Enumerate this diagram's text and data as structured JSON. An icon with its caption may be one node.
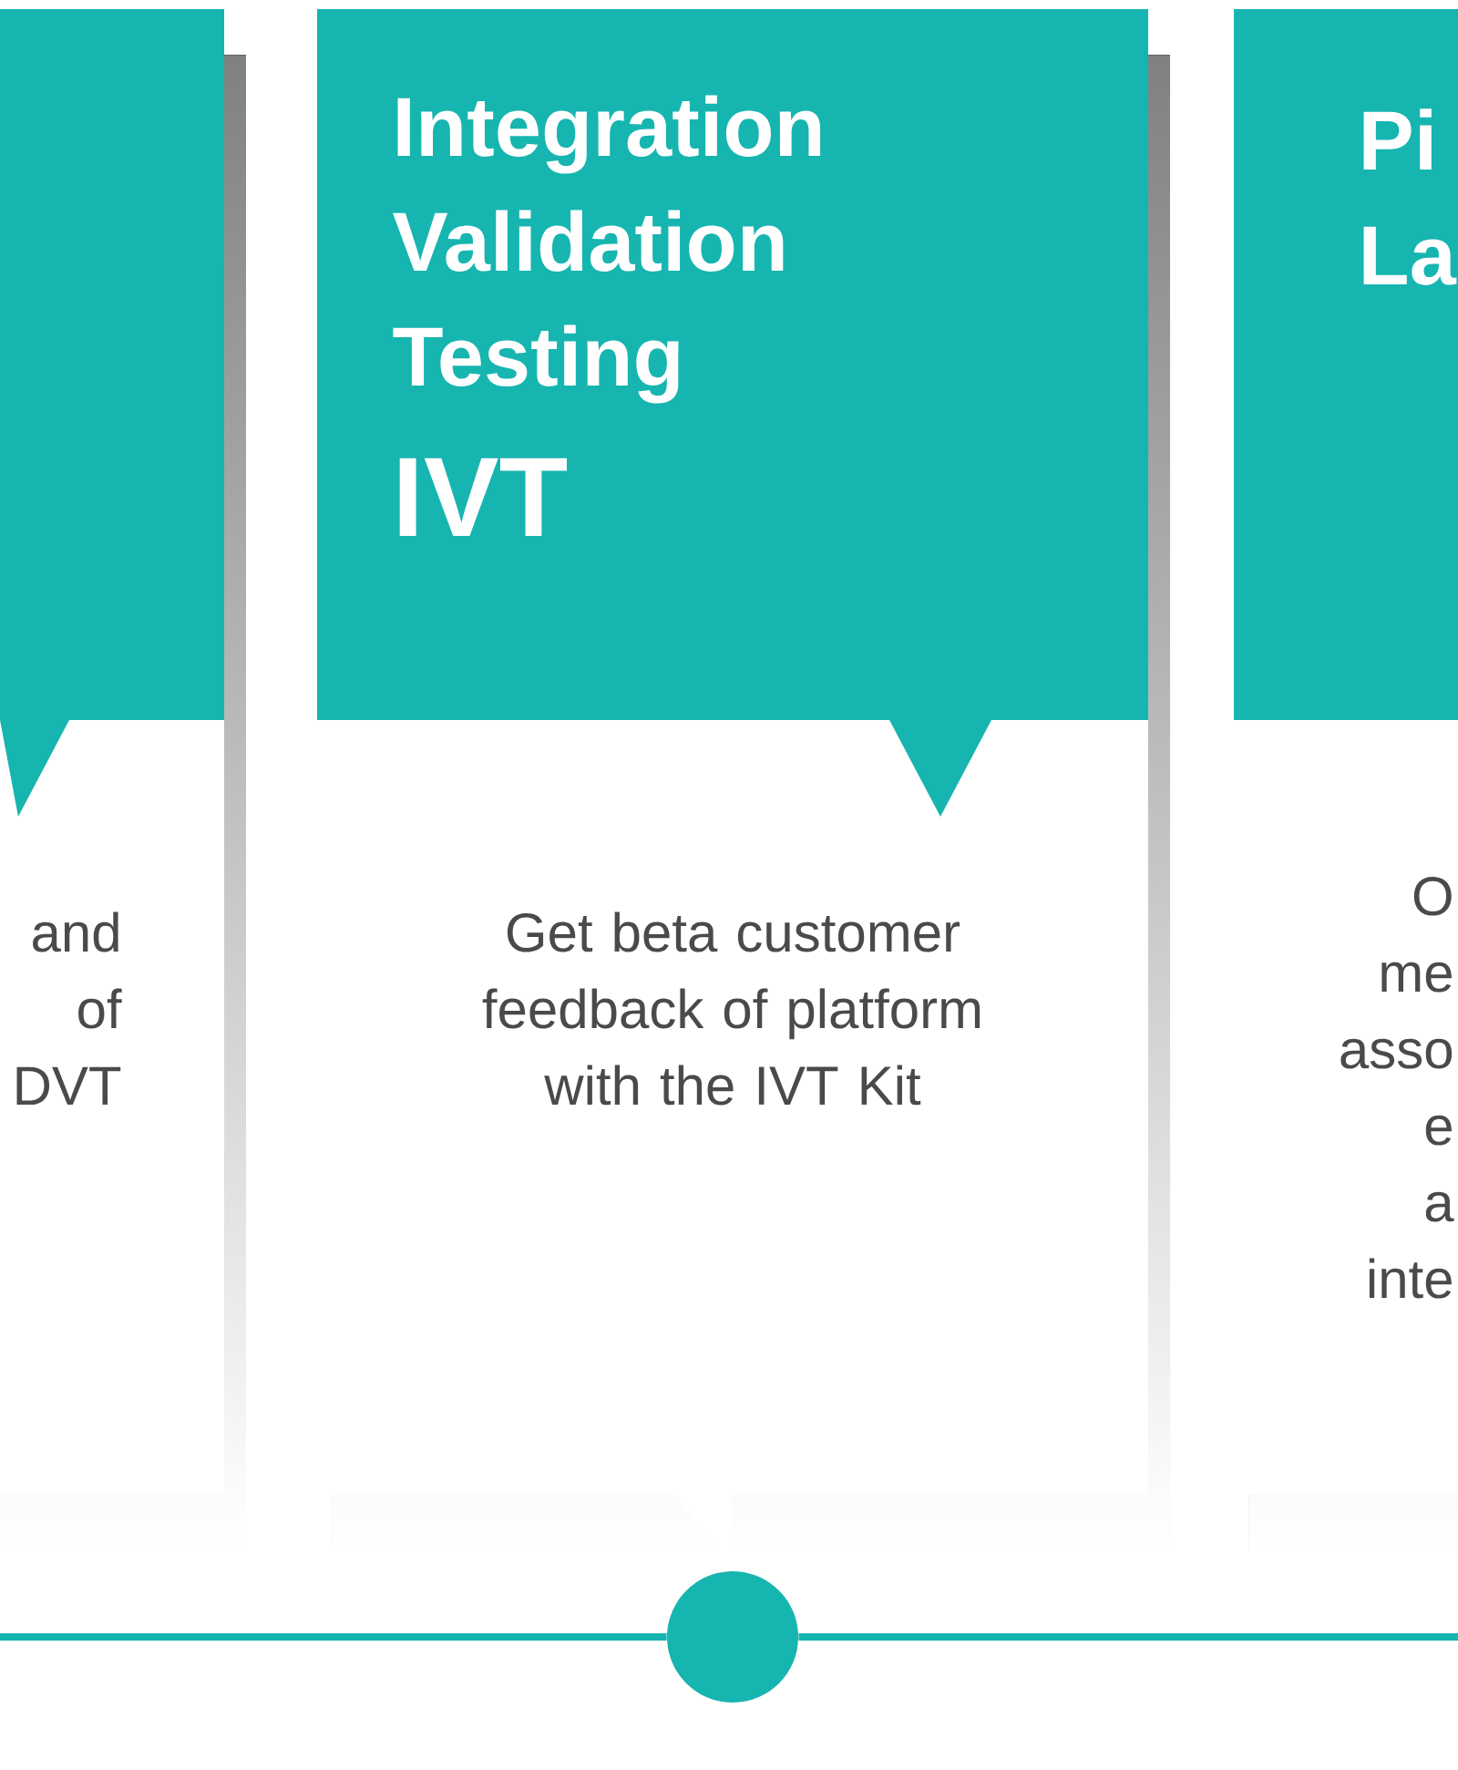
{
  "diagram": {
    "nodes": [
      {
        "text": [
          "and",
          "of",
          "DVT"
        ]
      },
      {
        "text": [
          "Integration Validation Testing",
          "IVT",
          "Get beta customer feedback of platform with the IVT Kit"
        ]
      },
      {
        "text": [
          "Pi",
          "La",
          "O",
          "me",
          "asso",
          "e",
          "a",
          "inte"
        ]
      },
      {
        "text": [],
        "shape": "circle"
      }
    ],
    "edges": [
      {
        "from": null,
        "to": 3,
        "arrow": "none"
      },
      {
        "from": 3,
        "to": null,
        "arrow": "none"
      }
    ]
  }
}
